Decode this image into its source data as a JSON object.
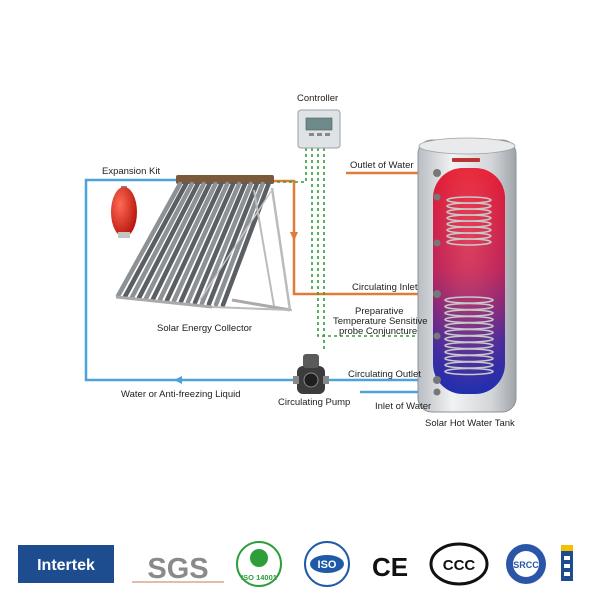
{
  "labels": {
    "controller": "Controller",
    "expansion_kit": "Expansion Kit",
    "outlet_of_water": "Outlet of Water",
    "circulating_inlet": "Circulating Inlet",
    "probe_line1": "Preparative",
    "probe_line2": "Temperature Sensitive",
    "probe_line3": "probe Conjuncture",
    "solar_energy_collector": "Solar Energy Collector",
    "circulating_outlet": "Circulating Outlet",
    "inlet_of_water": "Inlet of Water",
    "water_liquid": "Water or Anti-freezing Liquid",
    "circulating_pump": "Circulating Pump",
    "solar_hot_water_tank": "Solar Hot Water Tank"
  },
  "logos": {
    "intertek": "Intertek",
    "sgs": "SGS",
    "iso14001": "ISO 14001",
    "iso9001": "ISO",
    "ce": "CE",
    "ccc": "CCC",
    "srcc": "SRCC"
  },
  "colors": {
    "hot_pipe": "#e07b39",
    "cold_pipe": "#4da3d8",
    "sensor_wire": "#2e9e3a",
    "intertek_bg": "#1e4d8f",
    "tank_body": "#d9dcdf"
  },
  "icons": [
    "controller-icon",
    "expansion-tank-icon",
    "solar-collector-icon",
    "pump-icon",
    "water-tank-icon"
  ]
}
